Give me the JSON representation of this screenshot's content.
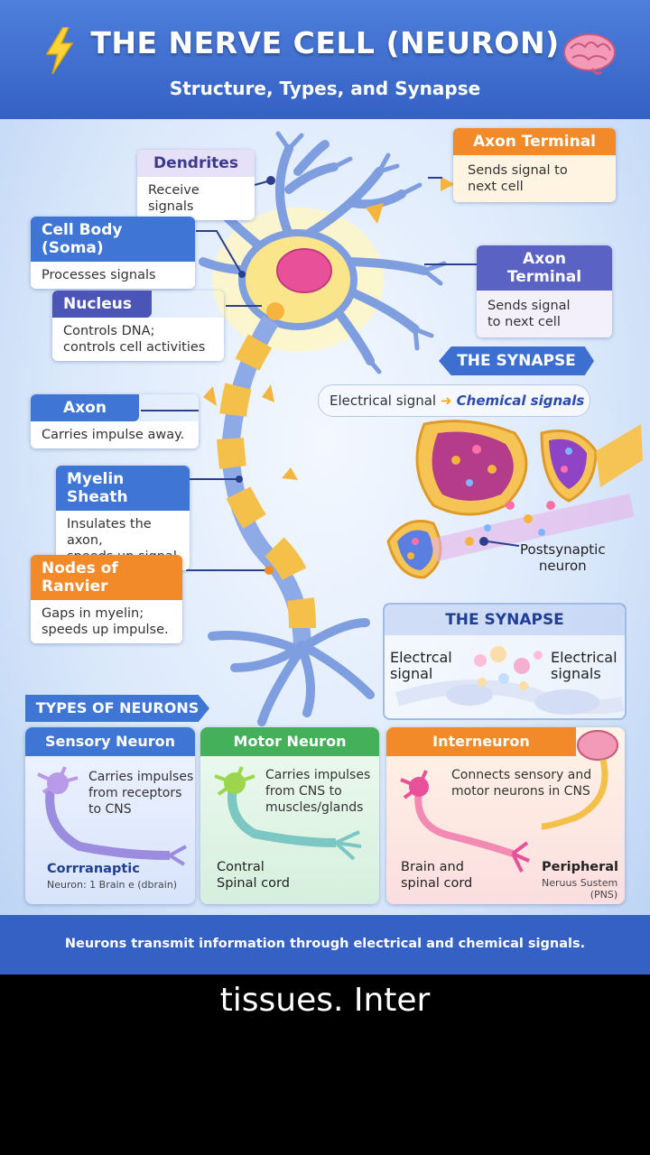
{
  "header": {
    "title": "THE NERVE CELL (NEURON)",
    "subtitle": "Structure, Types, and Synapse"
  },
  "labels": {
    "dendrites": {
      "title": "Dendrites",
      "desc": "Receive signals"
    },
    "cell_body": {
      "title": "Cell Body (Soma)",
      "desc": "Processes signals"
    },
    "nucleus": {
      "title": "Nucleus",
      "desc_line1": "Controls DNA;",
      "desc_line2": "controls cell activities"
    },
    "axon": {
      "title": "Axon",
      "desc": "Carries impulse away."
    },
    "myelin": {
      "title": "Myelin Sheath",
      "desc_line1": "Insulates the axon,",
      "desc_line2": "speeds up signal"
    },
    "ranvier": {
      "title": "Nodes of Ranvier",
      "desc_line1": "Gaps in myelin;",
      "desc_line2": "speeds up impulse."
    },
    "axon_terminal_1": {
      "title": "Axon Terminal",
      "desc_line1": "Sends signal to",
      "desc_line2": "next cell"
    },
    "axon_terminal_2": {
      "title": "Axon Terminal",
      "desc_line1": "Sends signal",
      "desc_line2": "to next cell"
    }
  },
  "synapse": {
    "banner": "THE SYNAPSE",
    "electrical": "Electrical signal",
    "chemical": "Chemical signals",
    "postsynaptic_line1": "Postsynaptic",
    "postsynaptic_line2": "neuron"
  },
  "synapse2": {
    "banner": "THE SYNAPSE",
    "left_line1": "Electrcal",
    "left_line2": "signal",
    "right_line1": "Electrical",
    "right_line2": "signals"
  },
  "types": {
    "banner": "TYPES OF NEURONS",
    "sensory": {
      "title": "Sensory Neuron",
      "desc_line1": "Carries impulses",
      "desc_line2": "from receptors",
      "desc_line3": "to CNS",
      "foot_title": "Corrranaptic",
      "foot_sub": "Neuron: 1 Brain e (dbrain)"
    },
    "motor": {
      "title": "Motor Neuron",
      "desc_line1": "Carries impulses",
      "desc_line2": "from CNS to",
      "desc_line3": "muscles/glands",
      "foot_line1": "Contral",
      "foot_line2": "Spinal cord"
    },
    "inter": {
      "title": "Interneuron",
      "desc_line1": "Connects sensory and",
      "desc_line2": "motor neurons in CNS",
      "foot_line1": "Brain and",
      "foot_line2": "spinal cord",
      "peri_title": "Peripheral",
      "peri_line1": "Neruus Sustem",
      "peri_line2": "(PNS)"
    }
  },
  "footer": "Neurons transmit information through electrical and chemical signals.",
  "caption": "tissues. Inter",
  "colors": {
    "header": "#3561c4",
    "blue_tab": "#3f76d6",
    "orange_tab": "#f28a2a",
    "purple_tab": "#e7e1f7",
    "motor_tab": "#44b05a",
    "axon_blue": "#7f9ee0",
    "myelin_yellow": "#f5c04a",
    "nucleus_pink": "#e8509a"
  }
}
